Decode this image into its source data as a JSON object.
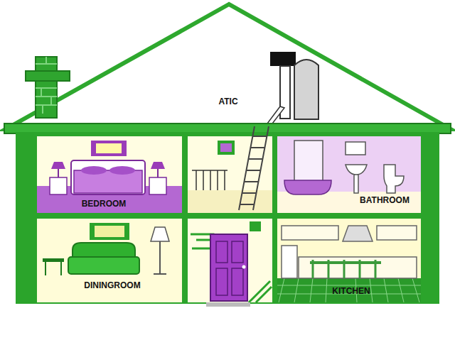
{
  "diagram": {
    "nodes": [
      {
        "text": [
          "ATIC"
        ]
      },
      {
        "text": [
          "BEDROOM"
        ]
      },
      {
        "text": [
          "BATHROOM"
        ]
      },
      {
        "text": [
          "DININGROOM"
        ]
      },
      {
        "text": [
          "KITCHEN"
        ]
      }
    ]
  }
}
